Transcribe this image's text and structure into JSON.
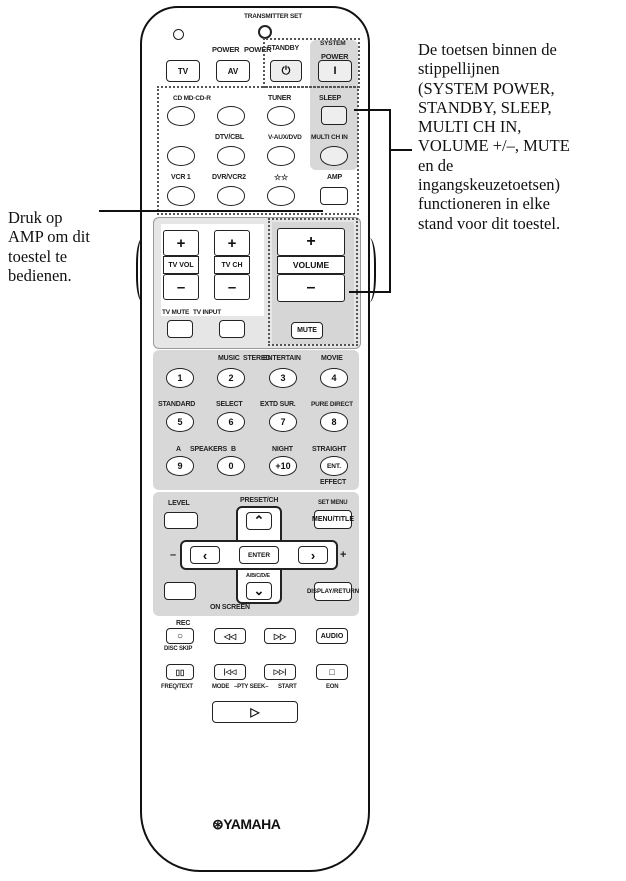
{
  "transmitter": {
    "label": "TRANSMITTER SET"
  },
  "power": {
    "power_label": "POWER",
    "power_label_2": "POWER",
    "standby_label": "STANDBY",
    "system_label_1": "SYSTEM",
    "system_label_2": "POWER",
    "tv": "TV",
    "av": "AV",
    "standby_glyph": "⏻",
    "system_glyph": "I"
  },
  "inputs": {
    "row1": [
      "CD MD·CD-R",
      "TUNER",
      "SLEEP"
    ],
    "row2": [
      "DTV/CBL",
      "V-AUX/DVD",
      "MULTI CH IN"
    ],
    "row3": [
      "VCR 1",
      "DVR/VCR2",
      "☆☆",
      "AMP"
    ]
  },
  "tv_controls": {
    "plus": "+",
    "minus": "–",
    "tv_vol": "TV VOL",
    "tv_ch": "TV CH",
    "tv_mute": "TV MUTE",
    "tv_input": "TV INPUT",
    "volume": "VOLUME",
    "mute": "MUTE"
  },
  "numpad": {
    "row1_labels": [
      "MUSIC",
      "STEREO",
      "ENTERTAIN",
      "MOVIE"
    ],
    "row1_digits": [
      "1",
      "2",
      "3",
      "4"
    ],
    "row2_labels": [
      "STANDARD",
      "SELECT",
      "EXTD SUR.",
      "PURE DIRECT"
    ],
    "row2_digits": [
      "5",
      "6",
      "7",
      "8"
    ],
    "row3_labels": [
      "A",
      "SPEAKERS",
      "B",
      "NIGHT",
      "STRAIGHT"
    ],
    "row3_digits": [
      "9",
      "0",
      "+10",
      "ENT."
    ],
    "effect": "EFFECT"
  },
  "nav": {
    "level": "LEVEL",
    "preset_ch": "PRESET/CH",
    "set_menu": "SET MENU",
    "menu_title": "MENU/TITLE",
    "enter": "ENTER",
    "a_b_c_d_e": "A/B/C/D/E",
    "on_screen": "ON SCREEN",
    "display_return": "DISPLAY/RETURN",
    "minus": "–",
    "plus": "+",
    "up": "⌃",
    "down": "⌄",
    "left": "‹",
    "right": "›"
  },
  "transport": {
    "rec": "REC",
    "disc_skip": "DISC SKIP",
    "audio": "AUDIO",
    "freq_text": "FREQ/TEXT",
    "mode": "MODE",
    "pty_seek_minus": "–PTY SEEK–",
    "start": "START",
    "eon": "EON",
    "rew": "◁◁",
    "ff": "▷▷",
    "prev": "|◁◁",
    "next": "▷▷|",
    "stop": "□",
    "pause": "▯▯",
    "play": "▷",
    "rec_glyph": "○"
  },
  "brand": {
    "logo": "⊛YAMAHA"
  },
  "annotations": {
    "left": [
      "Druk op",
      "AMP om dit",
      "toestel te",
      "bedienen."
    ],
    "right": [
      "De toetsen binnen de",
      "stippellijnen",
      "(SYSTEM POWER,",
      "STANDBY, SLEEP,",
      "MULTI CH IN,",
      "VOLUME +/–, MUTE",
      "en de",
      "ingangskeuzetoetsen)",
      "functioneren in elke",
      "stand voor dit toestel."
    ]
  }
}
